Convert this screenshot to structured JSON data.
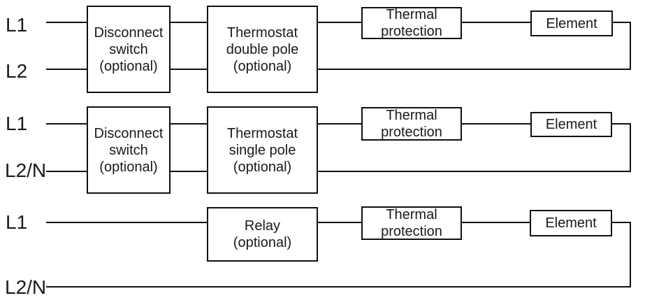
{
  "colors": {
    "line": "#111111",
    "text": "#1a1a1a",
    "background": "#ffffff"
  },
  "rows": [
    {
      "id": "double-pole-circuit",
      "line1_label": "L1",
      "line2_label": "L2",
      "boxes": {
        "disconnect": "Disconnect\nswitch\n(optional)",
        "thermostat": "Thermostat\ndouble pole\n(optional)",
        "thermal": "Thermal\nprotection",
        "element": "Element"
      }
    },
    {
      "id": "single-pole-circuit",
      "line1_label": "L1",
      "line2_label": "L2/N",
      "boxes": {
        "disconnect": "Disconnect\nswitch\n(optional)",
        "thermostat": "Thermostat\nsingle pole\n(optional)",
        "thermal": "Thermal\nprotection",
        "element": "Element"
      }
    },
    {
      "id": "relay-circuit",
      "line1_label": "L1",
      "line2_label": "L2/N",
      "boxes": {
        "relay": "Relay\n(optional)",
        "thermal": "Thermal\nprotection",
        "element": "Element"
      }
    }
  ]
}
